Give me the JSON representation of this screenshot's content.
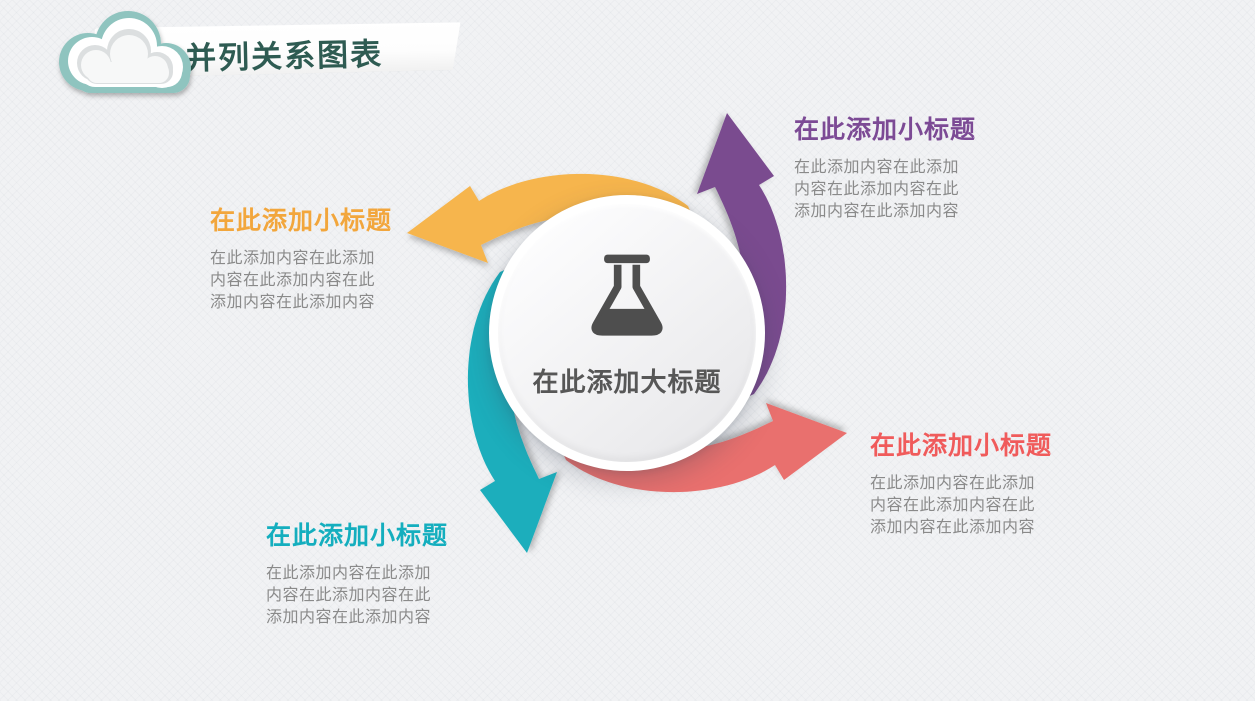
{
  "header": {
    "title": "并列关系图表",
    "title_color": "#2e5b52",
    "icon": "cloud-icon"
  },
  "center": {
    "title": "在此添加大标题",
    "icon": "flask-icon",
    "title_color": "#575757"
  },
  "sections": [
    {
      "position": "top-right",
      "accent": "#7c4a95",
      "title": "在此添加小标题",
      "body_lines": [
        "在此添加内容在此添加",
        "内容在此添加内容在此",
        "添加内容在此添加内容"
      ]
    },
    {
      "position": "left",
      "accent": "#f2a63c",
      "title": "在此添加小标题",
      "body_lines": [
        "在此添加内容在此添加",
        "内容在此添加内容在此",
        "添加内容在此添加内容"
      ]
    },
    {
      "position": "bottom-left",
      "accent": "#14aebe",
      "title": "在此添加小标题",
      "body_lines": [
        "在此添加内容在此添加",
        "内容在此添加内容在此",
        "添加内容在此添加内容"
      ]
    },
    {
      "position": "right",
      "accent": "#f05b5b",
      "title": "在此添加小标题",
      "body_lines": [
        "在此添加内容在此添加",
        "内容在此添加内容在此",
        "添加内容在此添加内容"
      ]
    }
  ],
  "arrows": {
    "yellow": {
      "color": "#f6b54e"
    },
    "purple": {
      "color": "#7a4b8f"
    },
    "red": {
      "color": "#e9706e"
    },
    "teal": {
      "color": "#1caebc"
    }
  },
  "cloud": {
    "outer_color": "#8fc4bf",
    "inner_color": "#ffffff"
  },
  "body_text_color": "#8a8a8a",
  "background_color": "#f1f2f4"
}
